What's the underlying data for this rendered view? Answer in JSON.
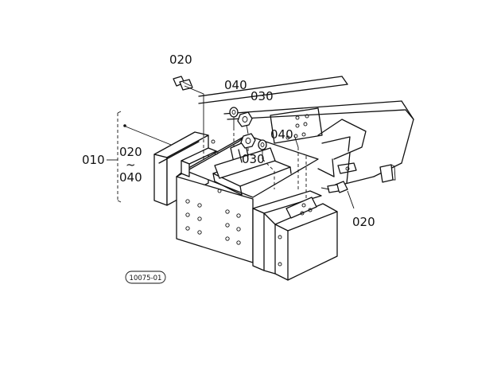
{
  "labels": {
    "part_020_top": "020",
    "part_040_top": "040",
    "part_030_top": "030",
    "part_040_mid": "040",
    "part_030_mid": "030",
    "part_020_right": "020",
    "group_010": "010",
    "group_020": "020",
    "group_tilde": "~",
    "group_040": "040"
  },
  "figure_code": "10075-01"
}
